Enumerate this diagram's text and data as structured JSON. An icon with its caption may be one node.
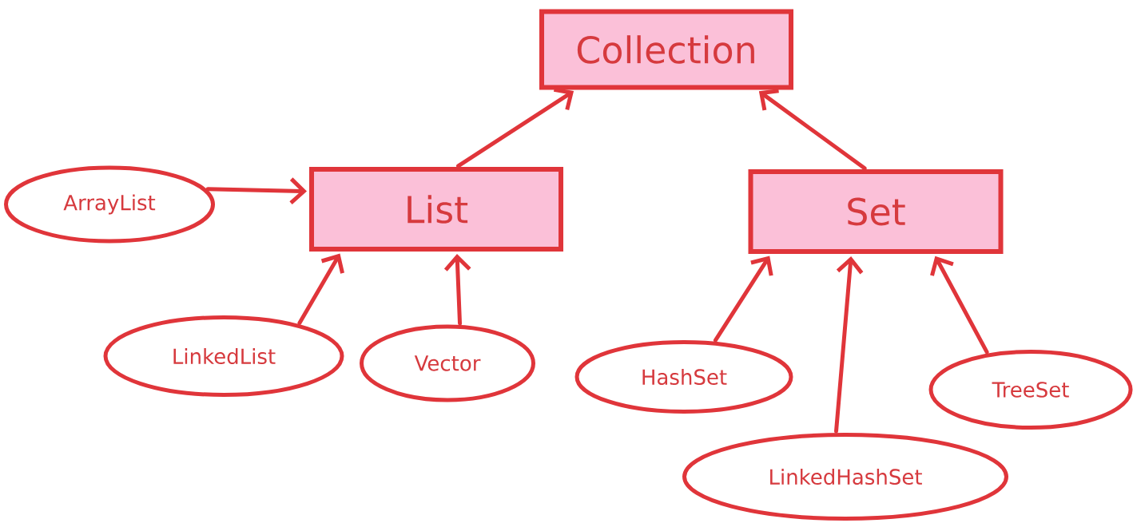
{
  "diagram": {
    "nodes": [
      {
        "text": [
          "Collection"
        ]
      },
      {
        "text": [
          "ArrayList"
        ]
      },
      {
        "text": [
          "List"
        ]
      },
      {
        "text": [
          "Set"
        ]
      },
      {
        "text": [
          "LinkedList"
        ]
      },
      {
        "text": [
          "Vector"
        ]
      },
      {
        "text": [
          "HashSet"
        ]
      },
      {
        "text": [
          "TreeSet"
        ]
      },
      {
        "text": [
          "LinkedHashSet"
        ]
      }
    ],
    "edges": [
      {
        "from": 2,
        "to": 0,
        "arrow": "to"
      },
      {
        "from": 3,
        "to": 0,
        "arrow": "to"
      },
      {
        "from": 1,
        "to": 2,
        "arrow": "to"
      },
      {
        "from": 4,
        "to": 2,
        "arrow": "to"
      },
      {
        "from": 5,
        "to": 2,
        "arrow": "to"
      },
      {
        "from": 6,
        "to": 3,
        "arrow": "to"
      },
      {
        "from": 8,
        "to": 3,
        "arrow": "to"
      },
      {
        "from": 7,
        "to": 3,
        "arrow": "to"
      }
    ]
  }
}
